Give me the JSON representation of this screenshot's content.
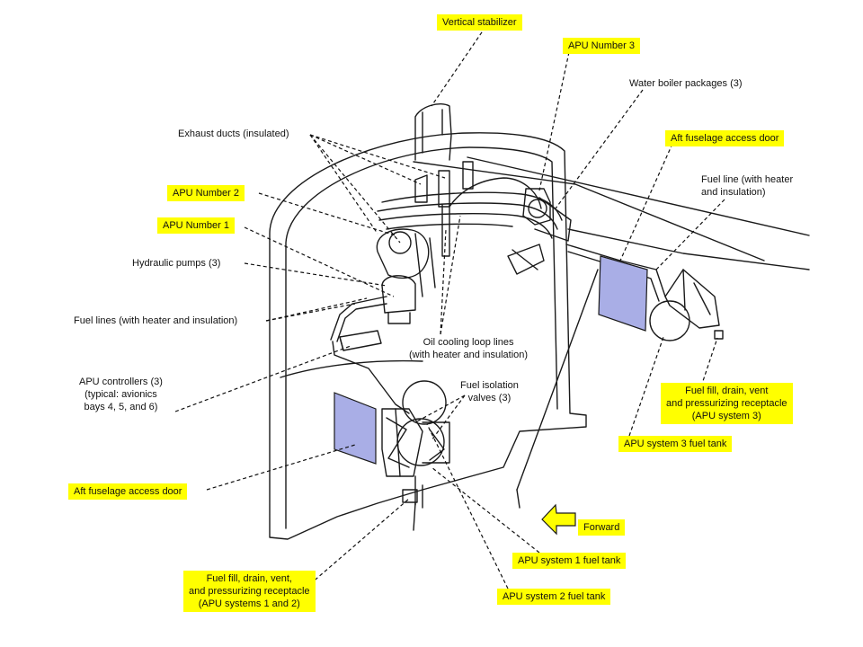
{
  "palette": {
    "highlight": "#ffff00",
    "line": "#1a1a1a",
    "access_door": "#a9aee6",
    "forward_arrow": "#ffff00"
  },
  "labels": {
    "vertical_stabilizer": "Vertical stabilizer",
    "apu_number_3": "APU Number 3",
    "water_boiler_packages": "Water boiler packages (3)",
    "exhaust_ducts": "Exhaust ducts (insulated)",
    "aft_fuselage_access_door_right": "Aft fuselage access door",
    "fuel_line_heater": "Fuel line (with heater\nand insulation)",
    "apu_number_2": "APU Number 2",
    "apu_number_1": "APU Number 1",
    "hydraulic_pumps": "Hydraulic pumps (3)",
    "fuel_lines_heater": "Fuel lines (with heater and insulation)",
    "oil_cooling_loop_lines": "Oil cooling loop lines\n(with heater and insulation)",
    "apu_controllers": "APU controllers (3)\n(typical: avionics\nbays 4, 5, and 6)",
    "fuel_isolation_valves": "Fuel isolation\nvalves (3)",
    "fuel_fill_receptacle_sys3": "Fuel fill, drain, vent\nand pressurizing receptacle\n(APU system 3)",
    "apu_system_3_fuel_tank": "APU system 3 fuel tank",
    "aft_fuselage_access_door_left": "Aft fuselage access door",
    "forward": "Forward",
    "apu_system_1_fuel_tank": "APU system 1 fuel tank",
    "fuel_fill_receptacle_sys12": "Fuel fill, drain, vent,\nand pressurizing receptacle\n(APU systems 1 and 2)",
    "apu_system_2_fuel_tank": "APU system 2 fuel tank"
  }
}
